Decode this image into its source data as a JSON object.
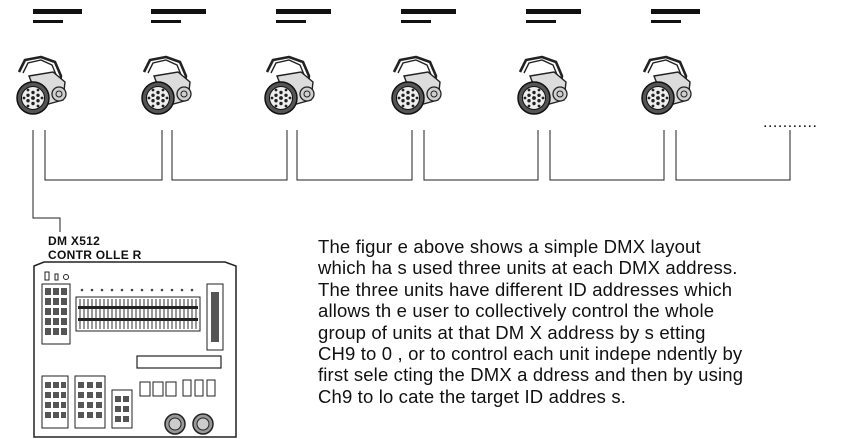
{
  "diagram": {
    "fixture_count": 6,
    "fixture_icon": "led-par-fixture-icon",
    "continuation": "...........",
    "controller": {
      "icon": "dmx-controller-console-icon",
      "label_lines": [
        "DM X512",
        "CONTR OLLE R"
      ]
    }
  },
  "description_lines": [
    "The figur e above shows a simple DMX layout",
    "which ha s used three units at each DMX address.",
    "The three units have different ID addresses which",
    "allows th e user to collectively control the whole",
    "group of units at that DM X address by s etting",
    "CH9 to 0 , or to control each unit indepe ndently by",
    "first sele cting the DMX a ddress and then by using",
    "Ch9 to lo cate the  target ID addres s."
  ]
}
